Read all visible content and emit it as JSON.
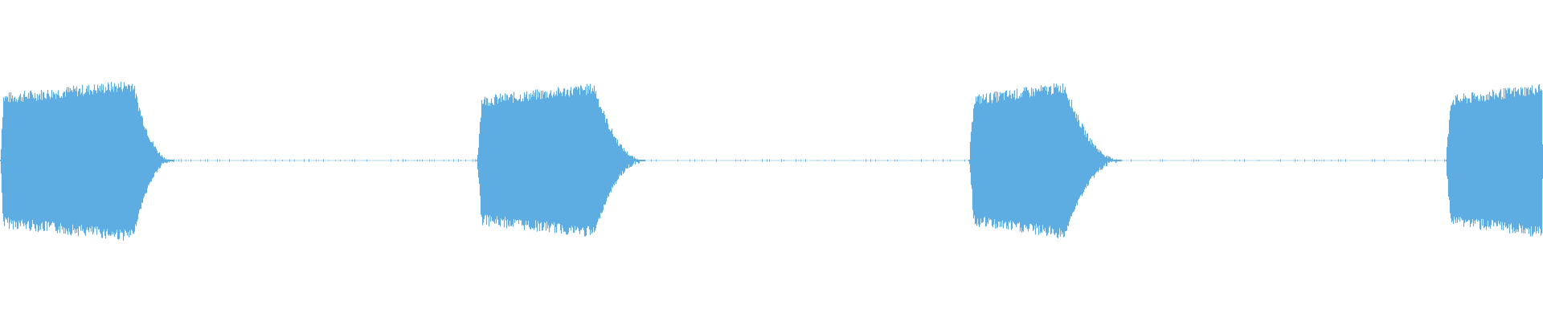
{
  "waveform": {
    "color": "#5dade2",
    "background": "#ffffff",
    "bursts": [
      {
        "start": 0.0,
        "attack": 0.002,
        "peak": 0.086,
        "decay_end": 0.112,
        "amplitude": 0.67,
        "tail": 0.02
      },
      {
        "start": 0.309,
        "attack": 0.003,
        "peak": 0.385,
        "decay_end": 0.418,
        "amplitude": 0.64,
        "tail": 0.02
      },
      {
        "start": 0.628,
        "attack": 0.003,
        "peak": 0.69,
        "decay_end": 0.727,
        "amplitude": 0.65,
        "tail": 0.02
      },
      {
        "start": 0.937,
        "attack": 0.003,
        "peak": 0.999,
        "decay_end": 1.0,
        "amplitude": 0.64,
        "tail": 0.02
      }
    ]
  }
}
